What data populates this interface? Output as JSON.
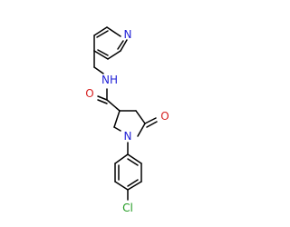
{
  "molecule": {
    "atoms": {
      "pyridine_n": {
        "label": "N",
        "color": "#1f1fd6"
      },
      "amide_nh": {
        "label": "NH",
        "color": "#1f1fd6"
      },
      "amide_o": {
        "label": "O",
        "color": "#d61f1f"
      },
      "ring_n": {
        "label": "N",
        "color": "#1f1fd6"
      },
      "lactam_o": {
        "label": "O",
        "color": "#d61f1f"
      },
      "chlorine": {
        "label": "Cl",
        "color": "#1f9a1f"
      }
    },
    "bond_color": "#000000"
  }
}
